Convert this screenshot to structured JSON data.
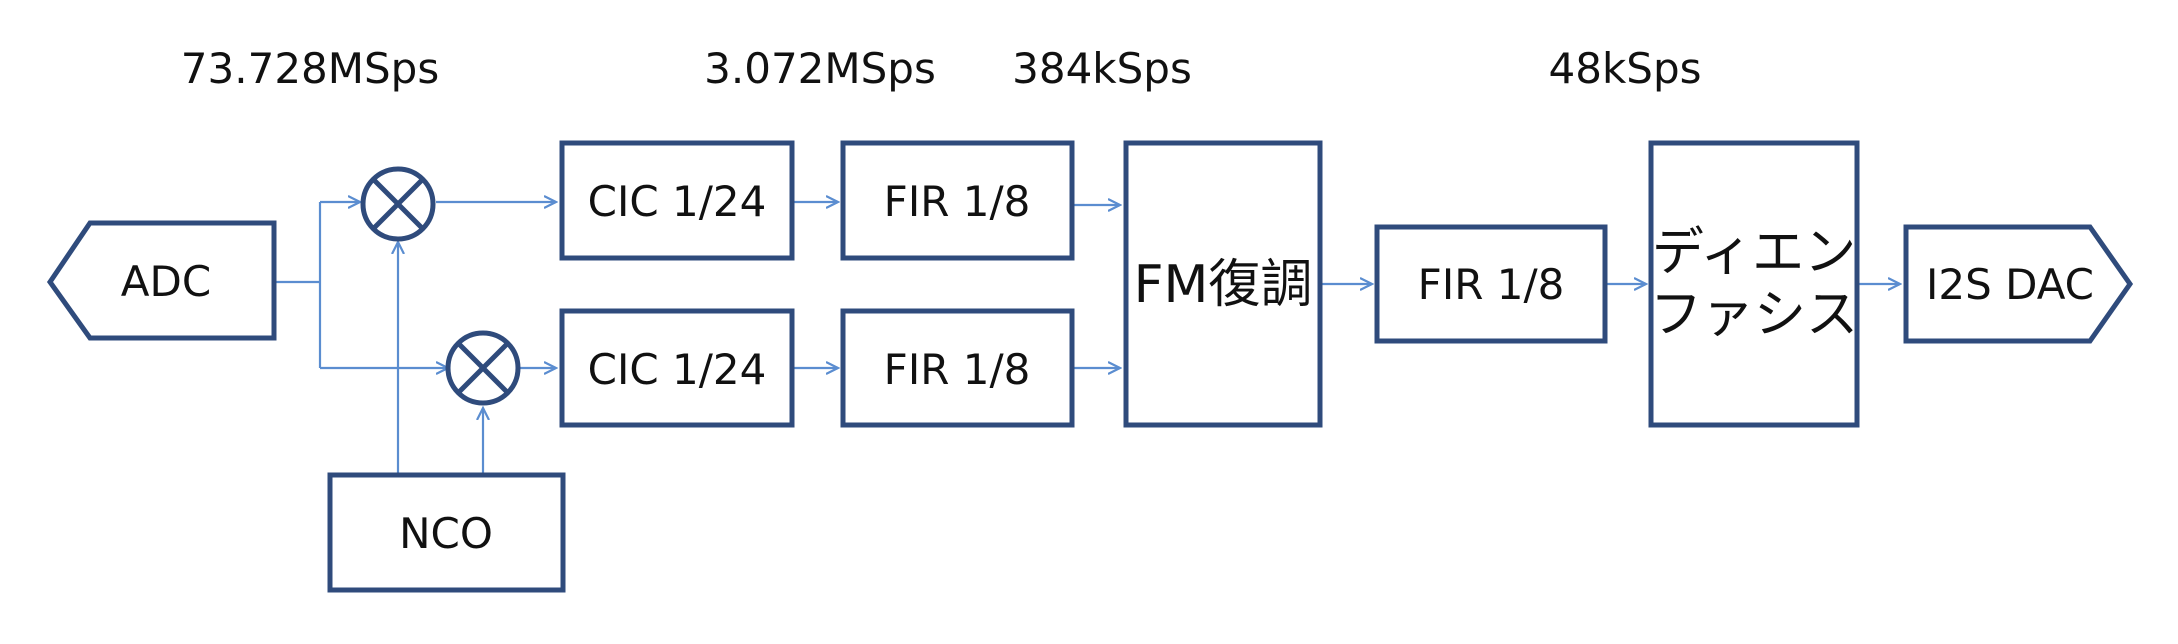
{
  "sample_rates": {
    "input": "73.728MSps",
    "after_cic": "3.072MSps",
    "after_fir": "384kSps",
    "output": "48kSps"
  },
  "blocks": {
    "adc": "ADC",
    "nco": "NCO",
    "cic_upper": "CIC 1/24",
    "cic_lower": "CIC 1/24",
    "fir_upper": "FIR 1/8",
    "fir_lower": "FIR 1/8",
    "fm_demod": "FM復調",
    "fir_post": "FIR 1/8",
    "deemphasis_line1": "ディエン",
    "deemphasis_line2": "ファシス",
    "i2s_dac": "I2S DAC"
  },
  "colors": {
    "box_stroke": "#2f4b7c",
    "wire": "#5b8dd0",
    "text": "#111111"
  }
}
